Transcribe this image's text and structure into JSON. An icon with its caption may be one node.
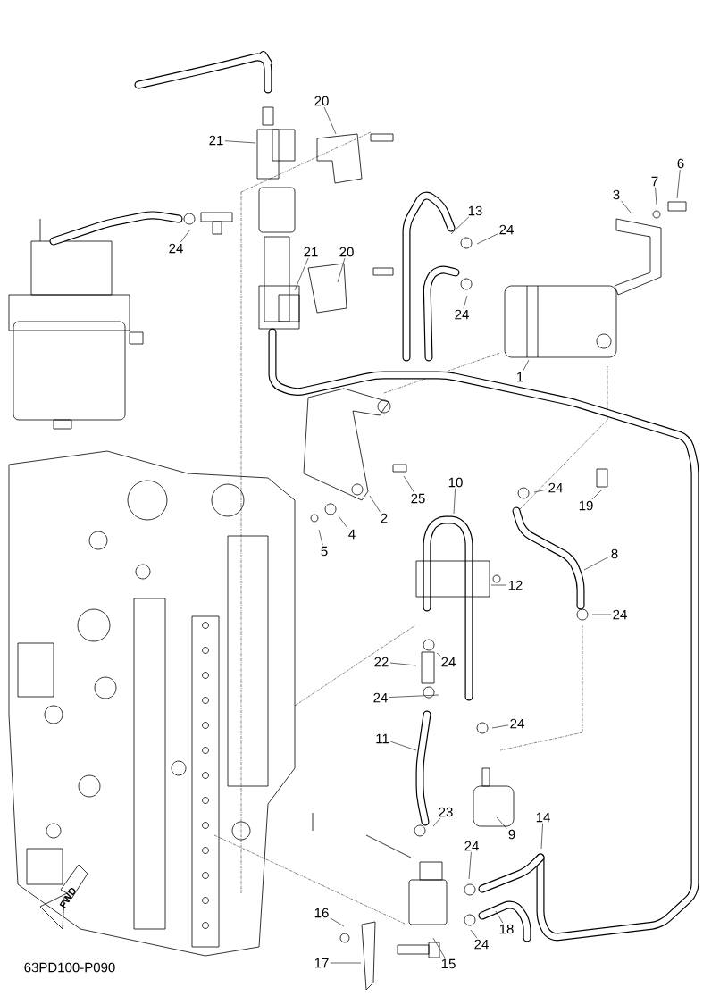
{
  "diagram": {
    "nodes": [
      {
        "text": [
          "20"
        ]
      },
      {
        "text": [
          "21"
        ]
      },
      {
        "text": [
          "6"
        ]
      },
      {
        "text": [
          "7"
        ]
      },
      {
        "text": [
          "3"
        ]
      },
      {
        "text": [
          "13"
        ]
      },
      {
        "text": [
          "24"
        ]
      },
      {
        "text": [
          "24"
        ]
      },
      {
        "text": [
          "21"
        ]
      },
      {
        "text": [
          "20"
        ]
      },
      {
        "text": [
          "24"
        ]
      },
      {
        "text": [
          "1"
        ]
      },
      {
        "text": [
          "24"
        ]
      },
      {
        "text": [
          "25"
        ]
      },
      {
        "text": [
          "19"
        ]
      },
      {
        "text": [
          "10"
        ]
      },
      {
        "text": [
          "2"
        ]
      },
      {
        "text": [
          "4"
        ]
      },
      {
        "text": [
          "5"
        ]
      },
      {
        "text": [
          "8"
        ]
      },
      {
        "text": [
          "12"
        ]
      },
      {
        "text": [
          "24"
        ]
      },
      {
        "text": [
          "22"
        ]
      },
      {
        "text": [
          "24"
        ]
      },
      {
        "text": [
          "24"
        ]
      },
      {
        "text": [
          "24"
        ]
      },
      {
        "text": [
          "11"
        ]
      },
      {
        "text": [
          "23"
        ]
      },
      {
        "text": [
          "14"
        ]
      },
      {
        "text": [
          "9"
        ]
      },
      {
        "text": [
          "24"
        ]
      },
      {
        "text": [
          "16"
        ]
      },
      {
        "text": [
          "18"
        ]
      },
      {
        "text": [
          "24"
        ]
      },
      {
        "text": [
          "17"
        ]
      },
      {
        "text": [
          "15"
        ]
      }
    ],
    "edges": [
      {
        "from": 0,
        "to": null,
        "arrow": "none"
      },
      {
        "from": 1,
        "to": null,
        "arrow": "none"
      },
      {
        "from": 2,
        "to": null,
        "arrow": "none"
      },
      {
        "from": 3,
        "to": null,
        "arrow": "none"
      },
      {
        "from": 4,
        "to": null,
        "arrow": "none"
      },
      {
        "from": 5,
        "to": null,
        "arrow": "none"
      },
      {
        "from": 6,
        "to": null,
        "arrow": "none"
      },
      {
        "from": 7,
        "to": null,
        "arrow": "none"
      },
      {
        "from": 8,
        "to": null,
        "arrow": "none"
      },
      {
        "from": 9,
        "to": null,
        "arrow": "none"
      },
      {
        "from": 10,
        "to": null,
        "arrow": "none"
      },
      {
        "from": 11,
        "to": null,
        "arrow": "none"
      },
      {
        "from": 12,
        "to": null,
        "arrow": "none"
      },
      {
        "from": 13,
        "to": null,
        "arrow": "none"
      },
      {
        "from": 14,
        "to": null,
        "arrow": "none"
      },
      {
        "from": 15,
        "to": null,
        "arrow": "none"
      },
      {
        "from": 16,
        "to": null,
        "arrow": "none"
      },
      {
        "from": 17,
        "to": null,
        "arrow": "none"
      },
      {
        "from": 18,
        "to": null,
        "arrow": "none"
      },
      {
        "from": 19,
        "to": null,
        "arrow": "none"
      },
      {
        "from": 20,
        "to": null,
        "arrow": "none"
      },
      {
        "from": 21,
        "to": null,
        "arrow": "none"
      },
      {
        "from": 22,
        "to": null,
        "arrow": "none"
      },
      {
        "from": 23,
        "to": null,
        "arrow": "none"
      },
      {
        "from": 24,
        "to": null,
        "arrow": "none"
      },
      {
        "from": 25,
        "to": null,
        "arrow": "none"
      },
      {
        "from": 26,
        "to": null,
        "arrow": "none"
      },
      {
        "from": 27,
        "to": null,
        "arrow": "none"
      },
      {
        "from": 28,
        "to": null,
        "arrow": "none"
      },
      {
        "from": 29,
        "to": null,
        "arrow": "none"
      },
      {
        "from": 30,
        "to": null,
        "arrow": "none"
      },
      {
        "from": 31,
        "to": null,
        "arrow": "none"
      },
      {
        "from": 32,
        "to": null,
        "arrow": "none"
      },
      {
        "from": 33,
        "to": null,
        "arrow": "none"
      },
      {
        "from": 34,
        "to": null,
        "arrow": "none"
      },
      {
        "from": 35,
        "to": null,
        "arrow": "none"
      }
    ],
    "labels": [
      "FWD",
      "63PD100-P090"
    ]
  }
}
